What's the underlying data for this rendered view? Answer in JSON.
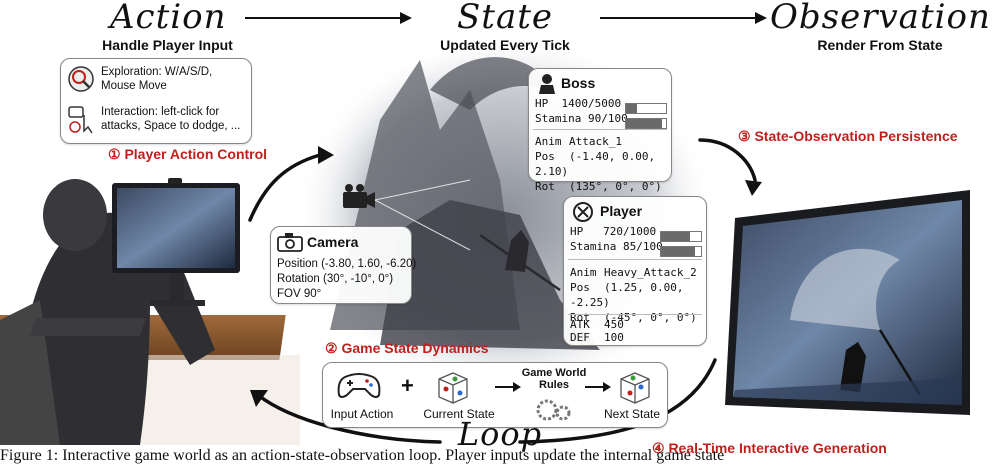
{
  "header": {
    "action_title": "Action",
    "action_sub": "Handle Player Input",
    "state_title": "State",
    "state_sub": "Updated Every Tick",
    "observation_title": "Observation",
    "observation_sub": "Render From State"
  },
  "input_box": {
    "exploration": "Exploration: W/A/S/D, Mouse Move",
    "interaction": "Interaction: left-click for attacks, Space to dodge, ..."
  },
  "steps": {
    "step1": "① Player Action Control",
    "step2": "② Game State Dynamics",
    "step3": "③ State-Observation Persistence",
    "step4": "④ Real-Time Interactive Generation"
  },
  "boss": {
    "title": "Boss",
    "hp_label": "HP",
    "hp_value": "1400/5000",
    "hp_fraction": 0.28,
    "stamina_label": "Stamina",
    "stamina_value": "90/100",
    "stamina_fraction": 0.9,
    "anim_label": "Anim",
    "anim_value": "Attack_1",
    "pos_label": "Pos",
    "pos_value": "(-1.40, 0.00, 2.10)",
    "rot_label": "Rot",
    "rot_value": "(135°, 0°, 0°)"
  },
  "player": {
    "title": "Player",
    "hp_label": "HP",
    "hp_value": "720/1000",
    "hp_fraction": 0.72,
    "stamina_label": "Stamina",
    "stamina_value": "85/100",
    "stamina_fraction": 0.85,
    "anim_label": "Anim",
    "anim_value": "Heavy_Attack_2",
    "pos_label": "Pos",
    "pos_value": "(1.25, 0.00, -2.25)",
    "rot_label": "Rot",
    "rot_value": "(-45°, 0°, 0°)",
    "atk_label": "ATK",
    "atk_value": "450",
    "def_label": "DEF",
    "def_value": "100"
  },
  "camera": {
    "title": "Camera",
    "position": "Position (-3.80, 1.60, -6.20)",
    "rotation": "Rotation (30°, -10°, 0°)",
    "fov": "FOV 90°"
  },
  "dynamics": {
    "input_action": "Input Action",
    "plus": "+",
    "current_state": "Current State",
    "rules": "Game World Rules",
    "next_state": "Next State"
  },
  "loop_label": "Loop",
  "caption": "Figure 1: Interactive game world as an action-state-observation loop. Player inputs update the internal game state"
}
